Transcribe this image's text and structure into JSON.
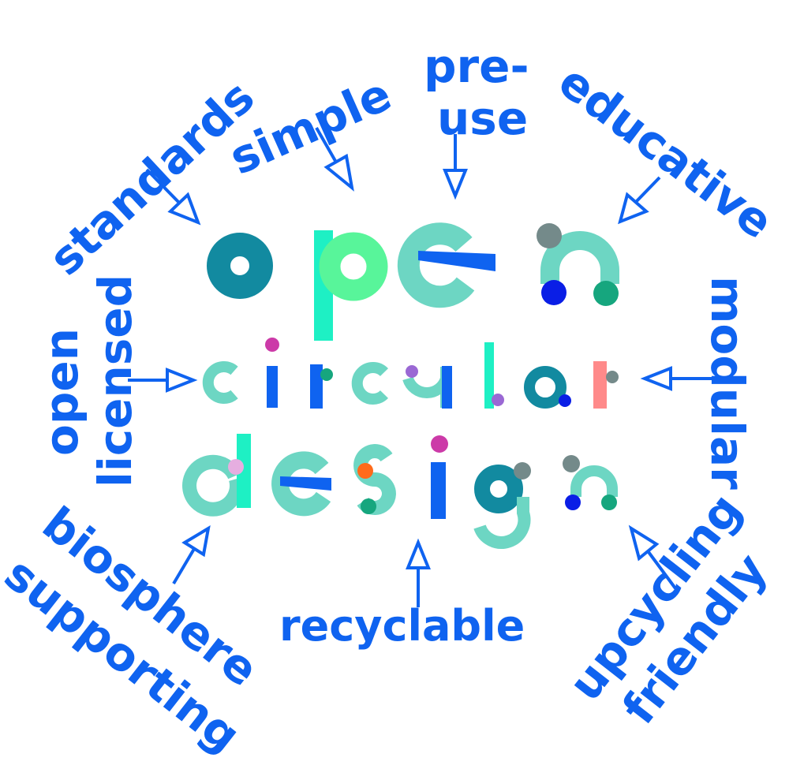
{
  "colors": {
    "label": "#0f63f0",
    "teal_dark": "#128aa0",
    "teal_light": "#6dd6c3",
    "green_light": "#58f59a",
    "aqua": "#1ef0c4",
    "blue": "#0f63f0",
    "navy_dot": "#0a1ee6",
    "green_dot": "#16a67e",
    "grey_dot": "#748a8a",
    "magenta_dot": "#cc3aa8",
    "purple_dot": "#9a68d4",
    "pink_dot": "#e6aee0",
    "orange_dot": "#ff6a1a",
    "salmon": "#ff8a8a"
  },
  "center": {
    "line1": "open",
    "line2": "circular",
    "line3": "design"
  },
  "labels": {
    "standards": "standards",
    "simple": "simple",
    "pre_use_1": "pre-",
    "pre_use_2": "use",
    "educative": "educative",
    "open": "open",
    "licensed": "licensed",
    "modular": "modular",
    "biosphere": "biosphere",
    "supporting": "supporting",
    "recyclable": "recyclable",
    "upcycling": "upcycling",
    "friendly": "friendly"
  }
}
